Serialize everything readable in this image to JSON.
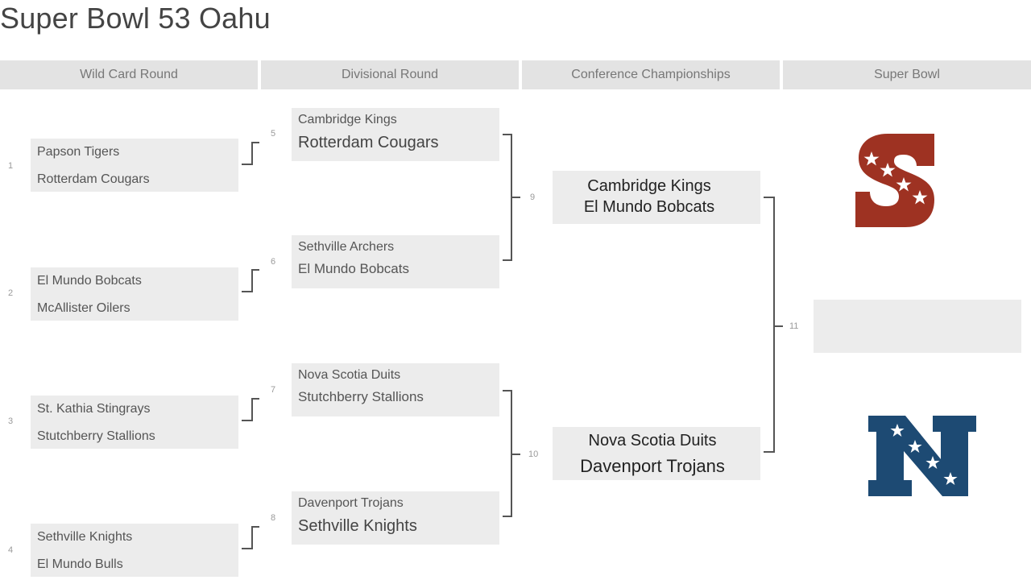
{
  "page": {
    "title": "Super Bowl 53 Oahu"
  },
  "rounds": [
    "Wild Card Round",
    "Divisional Round",
    "Conference Championships",
    "Super Bowl"
  ],
  "wildcard": [
    {
      "num": "1",
      "teams": [
        "Papson Tigers",
        "Rotterdam Cougars"
      ]
    },
    {
      "num": "2",
      "teams": [
        "El Mundo Bobcats",
        "McAllister Oilers"
      ]
    },
    {
      "num": "3",
      "teams": [
        "St. Kathia Stingrays",
        "Stutchberry Stallions"
      ]
    },
    {
      "num": "4",
      "teams": [
        "Sethville Knights",
        "El Mundo Bulls"
      ]
    }
  ],
  "divisional": [
    {
      "num": "5",
      "teams": [
        "Cambridge Kings",
        "Rotterdam Cougars"
      ]
    },
    {
      "num": "6",
      "teams": [
        "Sethville Archers",
        "El Mundo Bobcats"
      ]
    },
    {
      "num": "7",
      "teams": [
        "Nova Scotia Duits",
        "Stutchberry Stallions"
      ]
    },
    {
      "num": "8",
      "teams": [
        "Davenport Trojans",
        "Sethville Knights"
      ]
    }
  ],
  "conference": [
    {
      "num": "9",
      "teams": [
        "Cambridge Kings",
        "El Mundo Bobcats"
      ]
    },
    {
      "num": "10",
      "teams": [
        "Nova Scotia Duits",
        "Davenport Trojans"
      ]
    }
  ],
  "superbowl": {
    "num": "11"
  },
  "logos": [
    {
      "name": "afc-s-logo",
      "color": "#9e3222"
    },
    {
      "name": "nfc-n-logo",
      "color": "#1d4a73"
    }
  ]
}
